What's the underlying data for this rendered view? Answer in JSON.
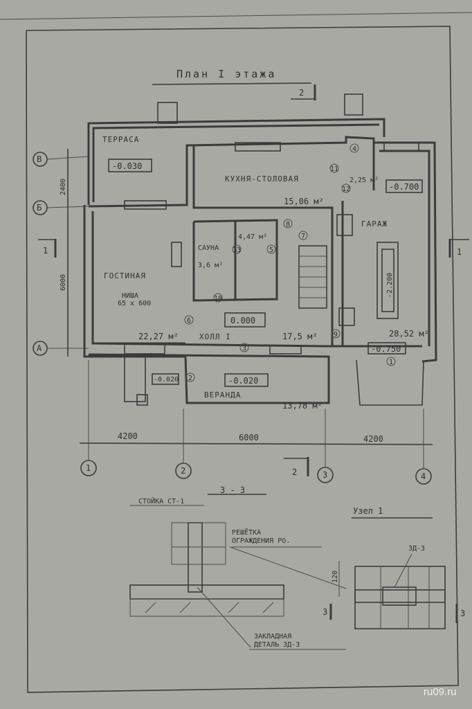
{
  "title": "План I этажа",
  "section_marks": {
    "s2_top": "2",
    "s2_bottom": "2",
    "s1_left": "1",
    "s1_right": "1"
  },
  "axes_rows": [
    "В",
    "Б",
    "А"
  ],
  "axes_cols": [
    "1",
    "2",
    "3",
    "4"
  ],
  "dims_vertical": [
    "2400",
    "6000"
  ],
  "dims_horizontal": [
    "4200",
    "6000",
    "4200"
  ],
  "rooms": {
    "terrace": {
      "name": "ТЕРРАСА",
      "level": "-0.030"
    },
    "kitchen": {
      "name": "КУХНЯ-СТОЛОВАЯ",
      "area": "15,06 м²"
    },
    "vestibule": {
      "area": "2,25 м²"
    },
    "garage": {
      "name": "ГАРАЖ",
      "level": "-0.700",
      "area": "28,52 м²",
      "pit": "-2.200",
      "entry_level": "-0.750"
    },
    "living": {
      "name": "ГОСТИНАЯ",
      "area": "22,27 м²",
      "niche": "НИША",
      "niche_size": "65 х 600"
    },
    "sauna": {
      "name": "САУНА",
      "area": "3,6 м²",
      "bath_area": "4,47 м²"
    },
    "hall": {
      "name": "ХОЛЛ I",
      "level": "0.000",
      "area": "17,5 м²"
    },
    "veranda": {
      "name": "ВЕРАНДА",
      "level": "-0.020",
      "area": "13,78 м²",
      "porch_level": "-0.020"
    }
  },
  "door_marks": [
    "1",
    "2",
    "3",
    "4",
    "5",
    "6",
    "7",
    "8",
    "9",
    "10",
    "11",
    "12",
    "13"
  ],
  "details": {
    "section_title": "3 - 3",
    "post": "СТОЙКА СТ-1",
    "grille_1": "РЕШЁТКА",
    "grille_2": "ОГРАЖДЕНИЯ РО.",
    "embed_1": "ЗАКЛАДНАЯ",
    "embed_2": "ДЕТАЛЬ ЗД-3",
    "node_title": "Узел 1",
    "node_part": "ЗД-3",
    "dim": "120",
    "cut_left": "3",
    "cut_right": "3"
  },
  "watermark": "ru09.ru"
}
